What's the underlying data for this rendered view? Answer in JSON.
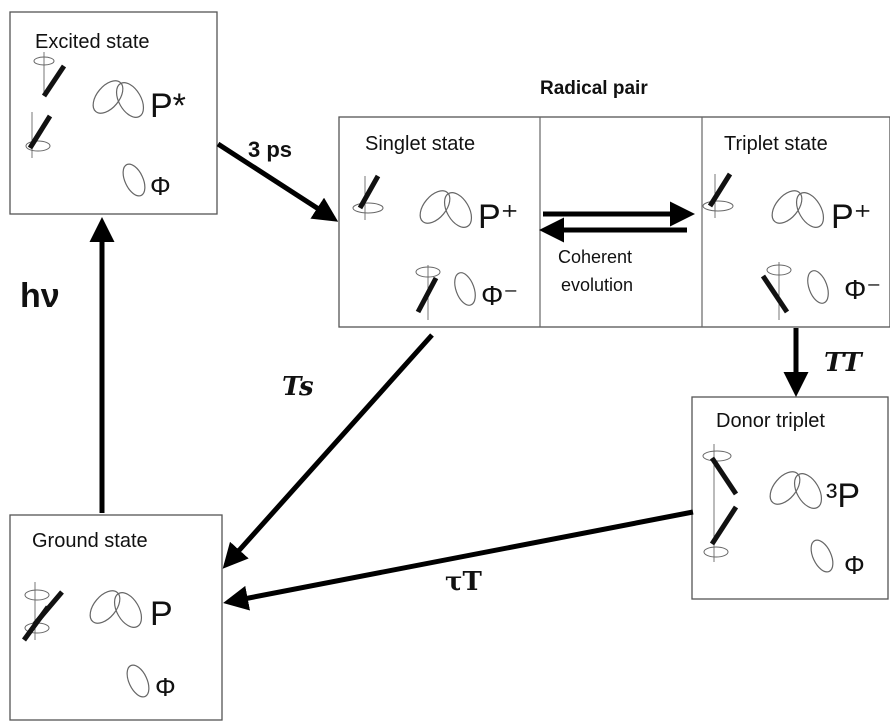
{
  "states": {
    "excited": {
      "title": "Excited state",
      "donor": "P*",
      "acceptor": "Φ"
    },
    "singlet": {
      "title": "Singlet state",
      "donor": "P⁺",
      "acceptor": "Φ⁻"
    },
    "triplet": {
      "title": "Triplet state",
      "donor": "P⁺",
      "acceptor": "Φ⁻"
    },
    "donor_triplet": {
      "title": "Donor triplet",
      "donor": "³P",
      "acceptor": "Φ"
    },
    "ground": {
      "title": "Ground state",
      "donor": "P",
      "acceptor": "Φ"
    }
  },
  "group_label": "Radical pair",
  "transitions": {
    "excitation": "hν",
    "charge_separation": "3 ps",
    "coherent_evolution_line1": "Coherent",
    "coherent_evolution_line2": "evolution",
    "singlet_recombination": "Ts",
    "triplet_recombination": "TT",
    "triplet_decay": "τT"
  }
}
